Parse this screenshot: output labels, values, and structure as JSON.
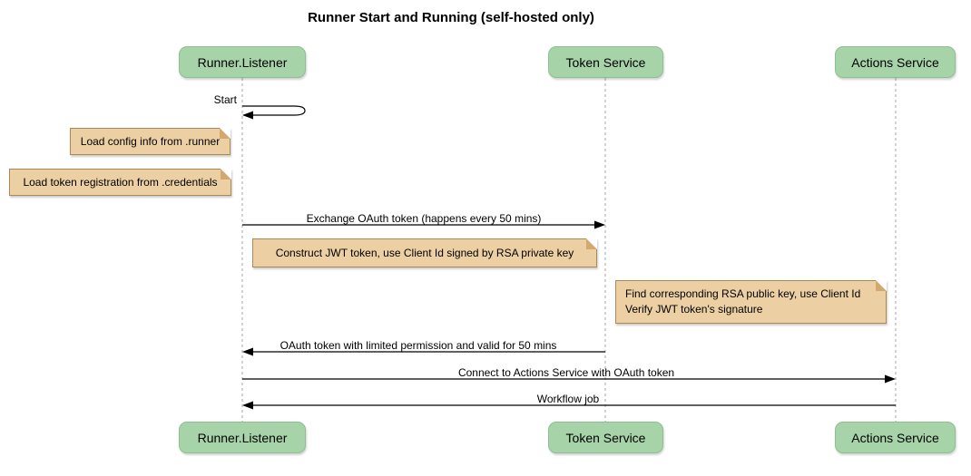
{
  "title": "Runner Start and Running (self-hosted only)",
  "participants": [
    {
      "id": "runner-listener",
      "label": "Runner.Listener"
    },
    {
      "id": "token-service",
      "label": "Token Service"
    },
    {
      "id": "actions-service",
      "label": "Actions Service"
    }
  ],
  "messages": [
    {
      "from": "Runner.Listener",
      "to": "Runner.Listener",
      "type": "self",
      "label": "Start"
    },
    {
      "from": "Runner.Listener",
      "to": "Token Service",
      "type": "solid-right",
      "label": "Exchange OAuth token (happens every 50 mins)"
    },
    {
      "from": "Token Service",
      "to": "Runner.Listener",
      "type": "solid-left",
      "label": "OAuth token with limited permission and valid for 50 mins"
    },
    {
      "from": "Runner.Listener",
      "to": "Actions Service",
      "type": "solid-right",
      "label": "Connect to Actions Service with OAuth token"
    },
    {
      "from": "Actions Service",
      "to": "Runner.Listener",
      "type": "solid-left",
      "label": "Workflow job"
    }
  ],
  "notes": [
    {
      "position": "left of Runner.Listener",
      "text": "Load config info from .runner"
    },
    {
      "position": "left of Runner.Listener",
      "text": "Load token registration from .credentials"
    },
    {
      "position": "between Runner.Listener and Token Service",
      "text": "Construct JWT token, use Client Id signed by RSA private key"
    },
    {
      "position": "between Token Service and Actions Service",
      "line1": "Find corresponding RSA public key, use Client Id",
      "line2": "Verify JWT token's signature"
    }
  ],
  "colors": {
    "background": "#ffffff",
    "participant_fill": "#a7d3a9",
    "participant_border": "#8fbe92",
    "note_fill": "#eccfa3",
    "note_border": "#a98a54",
    "lifeline": "#a6a6a6",
    "arrow": "#000000",
    "text": "#000000"
  }
}
